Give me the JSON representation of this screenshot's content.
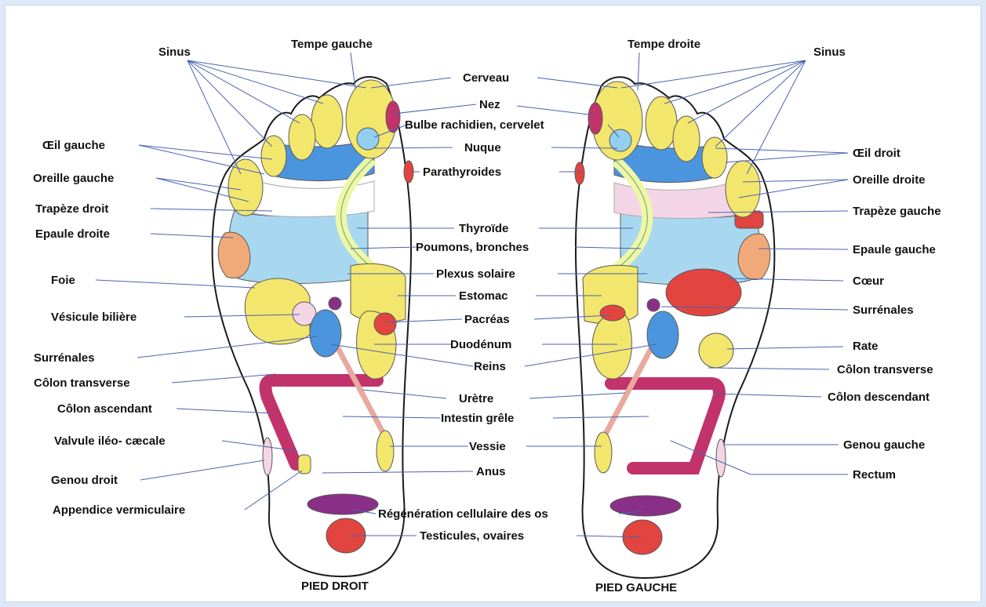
{
  "colors": {
    "yellow": "#f3e66c",
    "blue": "#4b95df",
    "lightblue": "#a8d8f0",
    "skyblue": "#93cff0",
    "pink": "#f4d5e6",
    "orange": "#f2a979",
    "red": "#e2443f",
    "magenta": "#c2336b",
    "purple": "#8a2f87",
    "paleyellow": "#eef7a8",
    "line": "#4a63b0"
  },
  "captions": {
    "right_foot": "PIED DROIT",
    "left_foot": "PIED GAUCHE"
  },
  "labels": {
    "left": [
      {
        "id": "sinus-l",
        "text": "Sinus"
      },
      {
        "id": "oeil-gauche",
        "text": "Œil gauche"
      },
      {
        "id": "oreille-gauche",
        "text": "Oreille gauche"
      },
      {
        "id": "trapeze-droit",
        "text": "Trapèze droit"
      },
      {
        "id": "epaule-droite",
        "text": "Epaule droite"
      },
      {
        "id": "foie",
        "text": "Foie"
      },
      {
        "id": "vesicule",
        "text": "Vésicule bilière"
      },
      {
        "id": "surrenales-l",
        "text": "Surrénales"
      },
      {
        "id": "colon-transverse-l",
        "text": "Côlon transverse"
      },
      {
        "id": "colon-ascendant",
        "text": "Côlon ascendant"
      },
      {
        "id": "valvule",
        "text": "Valvule iléo- cæcale"
      },
      {
        "id": "genou-droit",
        "text": "Genou droit"
      },
      {
        "id": "appendice",
        "text": "Appendice vermiculaire"
      }
    ],
    "center": [
      {
        "id": "tempe-gauche",
        "text": "Tempe gauche"
      },
      {
        "id": "tempe-droite",
        "text": "Tempe droite"
      },
      {
        "id": "cerveau",
        "text": "Cerveau"
      },
      {
        "id": "nez",
        "text": "Nez"
      },
      {
        "id": "bulbe",
        "text": "Bulbe rachidien, cervelet"
      },
      {
        "id": "nuque",
        "text": "Nuque"
      },
      {
        "id": "parathyroides",
        "text": "Parathyroides"
      },
      {
        "id": "thyroide",
        "text": "Thyroïde"
      },
      {
        "id": "poumons",
        "text": "Poumons, bronches"
      },
      {
        "id": "plexus",
        "text": "Plexus solaire"
      },
      {
        "id": "estomac",
        "text": "Estomac"
      },
      {
        "id": "pancreas",
        "text": "Pacréas"
      },
      {
        "id": "duodenum",
        "text": "Duodénum"
      },
      {
        "id": "reins",
        "text": "Reins"
      },
      {
        "id": "uretre",
        "text": "Urètre"
      },
      {
        "id": "intestin",
        "text": "Intestin grêle"
      },
      {
        "id": "vessie",
        "text": "Vessie"
      },
      {
        "id": "anus",
        "text": "Anus"
      },
      {
        "id": "regeneration",
        "text": "Régénération cellulaire des os"
      },
      {
        "id": "testicules",
        "text": "Testicules, ovaires"
      }
    ],
    "right": [
      {
        "id": "sinus-r",
        "text": "Sinus"
      },
      {
        "id": "oeil-droit",
        "text": "Œil droit"
      },
      {
        "id": "oreille-droite",
        "text": "Oreille droite"
      },
      {
        "id": "trapeze-gauche",
        "text": "Trapèze gauche"
      },
      {
        "id": "epaule-gauche",
        "text": "Epaule gauche"
      },
      {
        "id": "coeur",
        "text": "Cœur"
      },
      {
        "id": "surrenales-r",
        "text": "Surrénales"
      },
      {
        "id": "rate",
        "text": "Rate"
      },
      {
        "id": "colon-transverse-r",
        "text": "Côlon transverse"
      },
      {
        "id": "colon-descendant",
        "text": "Côlon descendant"
      },
      {
        "id": "genou-gauche",
        "text": "Genou gauche"
      },
      {
        "id": "rectum",
        "text": "Rectum"
      }
    ]
  }
}
